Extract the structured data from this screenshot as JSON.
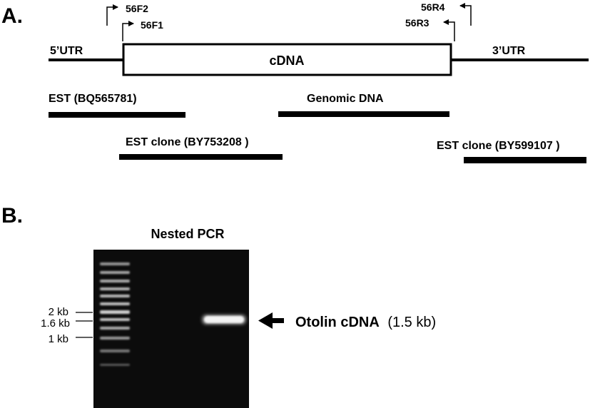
{
  "panel_a": {
    "label": "A.",
    "utr5": "5’UTR",
    "utr3": "3’UTR",
    "cdna": "cDNA",
    "primers": {
      "f2": "56F2",
      "f1": "56F1",
      "r4": "56R4",
      "r3": "56R3"
    },
    "segments": {
      "est1": "EST (BQ565781)",
      "genomic": "Genomic DNA",
      "est_clone1": "EST clone (BY753208 )",
      "est_clone2": "EST clone (BY599107 )"
    }
  },
  "panel_b": {
    "label": "B.",
    "gel_title": "Nested PCR",
    "markers": [
      "2 kb",
      "1.6 kb",
      "1 kb"
    ],
    "band_label_bold": "Otolin cDNA",
    "band_label_size": "(1.5 kb)"
  },
  "colors": {
    "ink": "#000000",
    "gel_background": "#0c0c0c",
    "ladder_band": "#bdbdbd",
    "product_band": "#f4f4f4"
  }
}
